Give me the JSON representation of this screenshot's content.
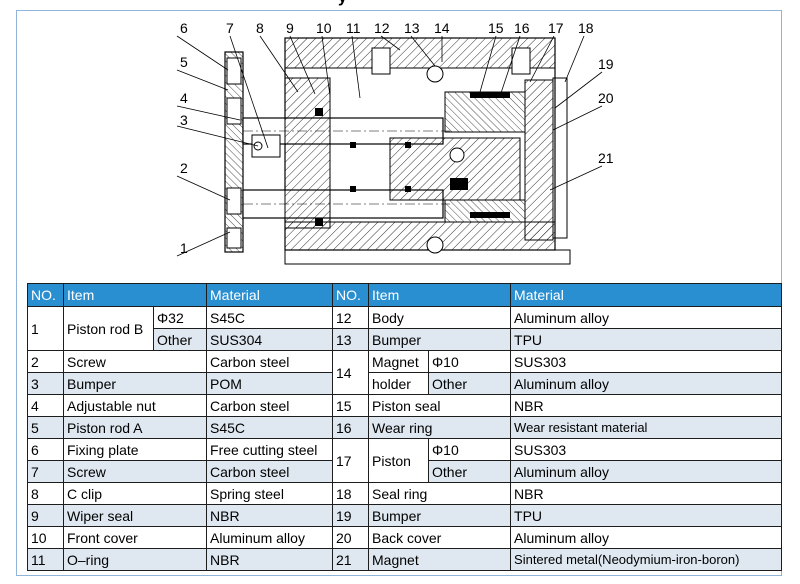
{
  "title_fragment": "y",
  "callouts": [
    "1",
    "2",
    "3",
    "4",
    "5",
    "6",
    "7",
    "8",
    "9",
    "10",
    "11",
    "12",
    "13",
    "14",
    "15",
    "16",
    "17",
    "18",
    "19",
    "20",
    "21"
  ],
  "headers": {
    "no": "NO.",
    "item": "Item",
    "material": "Material"
  },
  "left": {
    "r1": {
      "no": "1",
      "item": "Piston rod B",
      "sub1": "Φ32",
      "mat1": "S45C",
      "sub2": "Other",
      "mat2": "SUS304"
    },
    "r2": {
      "no": "2",
      "item": "Screw",
      "mat": "Carbon steel"
    },
    "r3": {
      "no": "3",
      "item": "Bumper",
      "mat": "POM"
    },
    "r4": {
      "no": "4",
      "item": "Adjustable nut",
      "mat": "Carbon steel"
    },
    "r5": {
      "no": "5",
      "item": "Piston rod A",
      "mat": "S45C"
    },
    "r6": {
      "no": "6",
      "item": "Fixing plate",
      "mat": "Free cutting steel"
    },
    "r7": {
      "no": "7",
      "item": "Screw",
      "mat": "Carbon steel"
    },
    "r8": {
      "no": "8",
      "item": "C clip",
      "mat": "Spring steel"
    },
    "r9": {
      "no": "9",
      "item": "Wiper seal",
      "mat": "NBR"
    },
    "r10": {
      "no": "10",
      "item": "Front cover",
      "mat": "Aluminum alloy"
    },
    "r11": {
      "no": "11",
      "item": "O–ring",
      "mat": "NBR"
    }
  },
  "right": {
    "r12": {
      "no": "12",
      "item": "Body",
      "mat": "Aluminum alloy"
    },
    "r13": {
      "no": "13",
      "item": "Bumper",
      "mat": "TPU"
    },
    "r14": {
      "no": "14",
      "item_a": "Magnet",
      "item_b": "holder",
      "sub1": "Φ10",
      "mat1": "SUS303",
      "sub2": "Other",
      "mat2": "Aluminum alloy"
    },
    "r15": {
      "no": "15",
      "item": "Piston seal",
      "mat": "NBR"
    },
    "r16": {
      "no": "16",
      "item": "Wear ring",
      "mat": "Wear resistant material"
    },
    "r17": {
      "no": "17",
      "item": "Piston",
      "sub1": "Φ10",
      "mat1": "SUS303",
      "sub2": "Other",
      "mat2": "Aluminum alloy"
    },
    "r18": {
      "no": "18",
      "item": "Seal ring",
      "mat": "NBR"
    },
    "r19": {
      "no": "19",
      "item": "Bumper",
      "mat": "TPU"
    },
    "r20": {
      "no": "20",
      "item": "Back cover",
      "mat": "Aluminum alloy"
    },
    "r21": {
      "no": "21",
      "item": "Magnet",
      "mat": "Sintered metal(Neodymium-iron-boron)"
    }
  }
}
